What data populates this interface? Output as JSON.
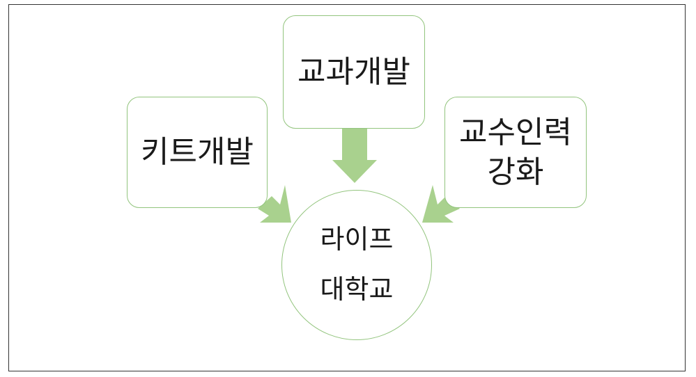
{
  "diagram": {
    "center": {
      "line1": "라이프",
      "line2": "대학교"
    },
    "nodes": {
      "left": "키트개발",
      "top": "교과개발",
      "right": {
        "line1": "교수인력",
        "line2": "강화"
      }
    },
    "colors": {
      "node_border": "#92c47d",
      "arrow_fill": "#a9d18e",
      "text": "#1a1a1a",
      "frame_border": "#333333"
    }
  }
}
